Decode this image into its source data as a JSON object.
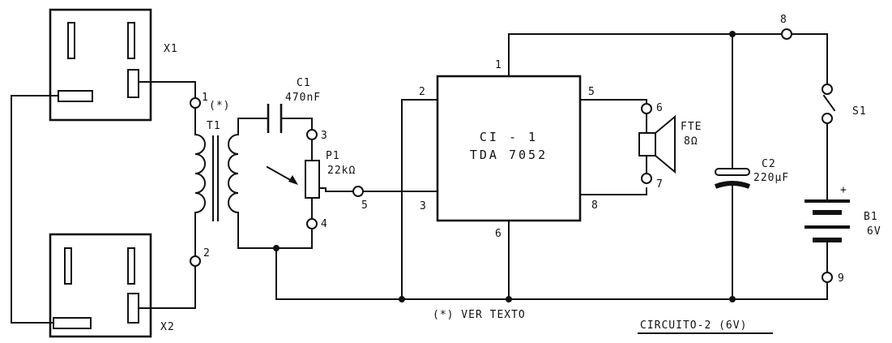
{
  "colors": {
    "ink": "#111111",
    "paper": "#ffffff"
  },
  "components": {
    "x1": "X1",
    "x2": "X2",
    "t1": "T1",
    "t1_note": "(*)",
    "c1_ref": "C1",
    "c1_value": "470nF",
    "p1_ref": "P1",
    "p1_value": "22kΩ",
    "ci_ref": "CI - 1",
    "ci_part": "TDA 7052",
    "fte_ref": "FTE",
    "fte_value": "8Ω",
    "c2_ref": "C2",
    "c2_value": "220µF",
    "s1_ref": "S1",
    "b1_ref": "B1",
    "b1_value": "6V",
    "b1_plus": "+"
  },
  "nodes": {
    "n1": "1",
    "n2": "2",
    "n3": "3",
    "n4": "4",
    "n5": "5",
    "n6": "6",
    "n7": "7",
    "n8": "8",
    "n9": "9"
  },
  "ic_pins": {
    "p1": "1",
    "p2": "2",
    "p3": "3",
    "p5": "5",
    "p6": "6",
    "p8": "8"
  },
  "notes": {
    "ver_texto": "(*) VER TEXTO",
    "circuit_title": "CIRCUITO-2 (6V)"
  }
}
